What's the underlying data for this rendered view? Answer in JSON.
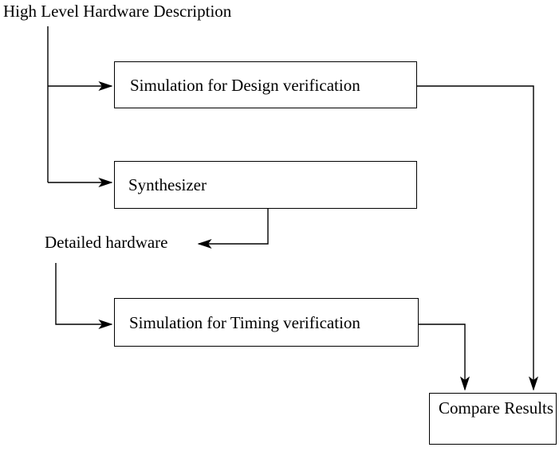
{
  "diagram": {
    "title_label": "High Level Hardware Description",
    "nodes": {
      "design_sim": {
        "label": "Simulation for Design verification"
      },
      "synthesizer": {
        "label": "Synthesizer"
      },
      "timing_sim": {
        "label": "Simulation for Timing verification"
      },
      "compare": {
        "label": "Compare Results"
      }
    },
    "float_labels": {
      "detailed_hardware": "Detailed hardware"
    },
    "colors": {
      "line": "#000000",
      "background": "#ffffff",
      "box_fill": "#ffffff"
    }
  }
}
